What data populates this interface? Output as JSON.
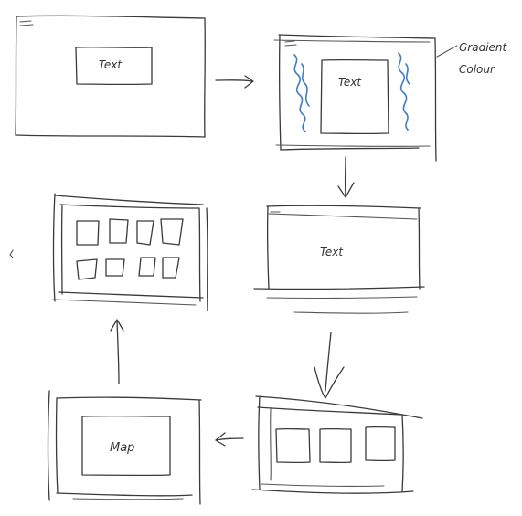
{
  "screens": [
    {
      "id": "screen-1",
      "label": "Text"
    },
    {
      "id": "screen-2",
      "label": "Text",
      "annotation": [
        "Gradient",
        "Colour"
      ]
    },
    {
      "id": "screen-3",
      "label": "Text"
    },
    {
      "id": "screen-4",
      "label": ""
    },
    {
      "id": "screen-5",
      "label": "Map"
    },
    {
      "id": "screen-6",
      "label": ""
    }
  ],
  "colors": {
    "ink": "#3a3a3a",
    "gradient_scribble": "#3d7cc9",
    "background": "#ffffff"
  },
  "flow_order": [
    "screen-1",
    "screen-2",
    "screen-3",
    "screen-4",
    "screen-5",
    "screen-6"
  ]
}
